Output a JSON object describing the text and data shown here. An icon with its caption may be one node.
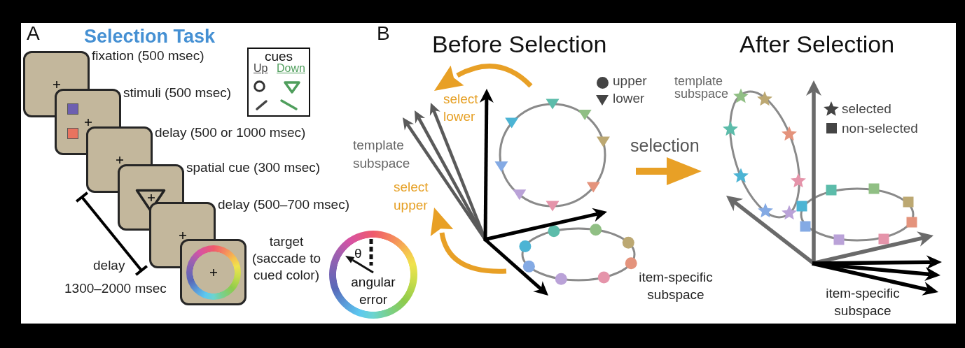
{
  "diagram": {
    "nodes": [
      {
        "text": [],
        "shape": "box",
        "beside": [
          "fixation (500 msec)"
        ]
      },
      {
        "text": [],
        "shape": "box",
        "beside": [
          "stimuli (500 msec)"
        ]
      },
      {
        "text": [],
        "shape": "box",
        "beside": [
          "delay (500 or 1000 msec)"
        ]
      },
      {
        "text": [],
        "shape": "box",
        "beside": [
          "spatial cue (300 msec)"
        ]
      },
      {
        "text": [],
        "shape": "box",
        "beside": [
          "delay (500–700 msec)"
        ]
      },
      {
        "text": [],
        "shape": "box",
        "beside": [
          "target (saccade to cued color)"
        ]
      },
      {
        "text": [
          "cues",
          "Up",
          "Down"
        ]
      },
      {
        "text": [
          "θ",
          "angular error"
        ]
      }
    ],
    "labels": [
      "A",
      "Selection Task",
      "delay",
      "1300–2000 msec",
      "B",
      "Before Selection",
      "select lower",
      "template subspace",
      "select upper",
      "item-specific subspace",
      "selection",
      "After Selection",
      "template subspace",
      "item-specific subspace"
    ],
    "legend": [
      {
        "text": "upper"
      },
      {
        "text": "lower"
      },
      {
        "text": "selected"
      },
      {
        "text": "non-selected"
      }
    ]
  }
}
